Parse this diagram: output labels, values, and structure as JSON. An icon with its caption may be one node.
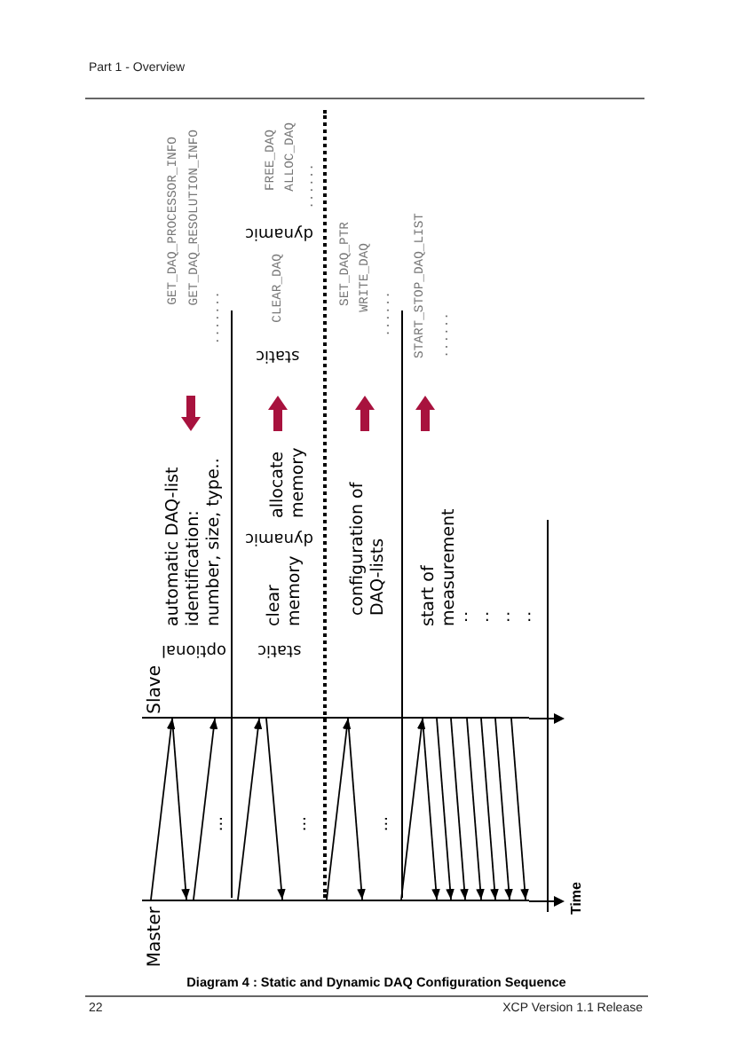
{
  "diagram": {
    "caption": "Diagram 4 : Static and Dynamic DAQ Configuration Sequence",
    "nodes": [
      {
        "text": [
          "Master"
        ]
      },
      {
        "text": [
          "Slave"
        ]
      }
    ],
    "edges": [
      {
        "from": 0,
        "to": 1,
        "arrow": "to"
      },
      {
        "from": 1,
        "to": 0,
        "arrow": "to"
      },
      {
        "from": 0,
        "to": 1,
        "arrow": "to"
      },
      {
        "from": 0,
        "to": 1,
        "arrow": "to"
      },
      {
        "from": 1,
        "to": 0,
        "arrow": "to"
      },
      {
        "from": 0,
        "to": 1,
        "arrow": "to"
      },
      {
        "from": 1,
        "to": 0,
        "arrow": "to"
      },
      {
        "from": 0,
        "to": 1,
        "arrow": "to"
      },
      {
        "from": 1,
        "to": 0,
        "arrow": "to"
      },
      {
        "from": 1,
        "to": 0,
        "arrow": "to"
      },
      {
        "from": 1,
        "to": 0,
        "arrow": "to"
      },
      {
        "from": 1,
        "to": 0,
        "arrow": "to"
      },
      {
        "from": 1,
        "to": 0,
        "arrow": "to"
      },
      {
        "from": 1,
        "to": 0,
        "arrow": "to"
      },
      {
        "from": 1,
        "to": 0,
        "arrow": "to"
      }
    ],
    "labels": [
      "Part 1 - Overview",
      "optional",
      "automatic DAQ-list identification: number, size, type..",
      "GET_DAQ_PROCESSOR_INFO",
      "GET_DAQ_RESOLUTION_INFO",
      ".......",
      "static",
      "clear memory",
      "dynamic",
      "allocate memory",
      "static",
      "CLEAR_DAQ",
      "dynamic",
      "FREE_DAQ",
      "ALLOC_DAQ",
      "......",
      "configuration of DAQ-lists",
      "SET_DAQ_PTR",
      "WRITE_DAQ",
      "......",
      "start of measurement",
      ": : : :",
      "START_STOP_DAQ_LIST",
      "......",
      "...",
      "...",
      "...",
      "Time",
      "22",
      "XCP Version 1.1 Release"
    ]
  }
}
